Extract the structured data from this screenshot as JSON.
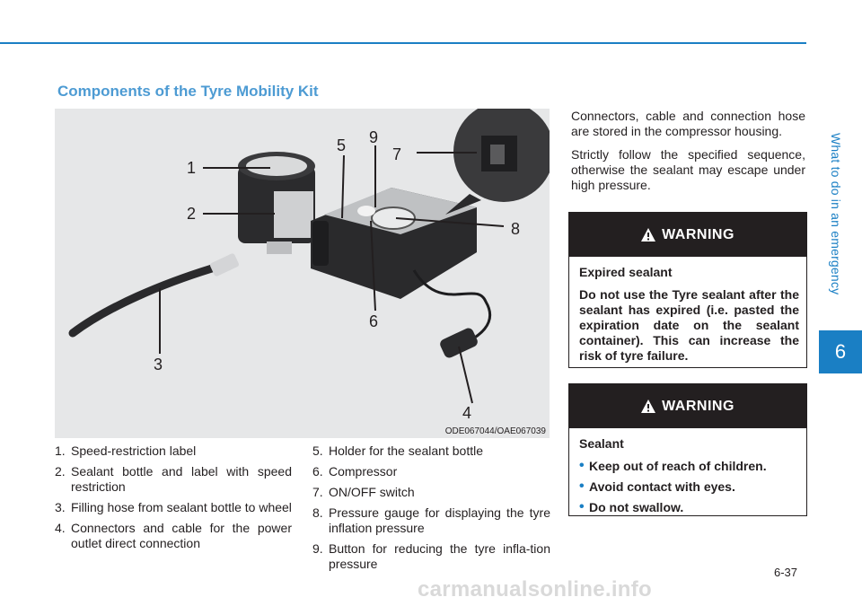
{
  "side_label": "What to do in an emergency",
  "chapter": "6",
  "section_title": "Components of the Tyre Mobility Kit",
  "figure": {
    "code": "ODE067044/OAE067039",
    "callouts": [
      "1",
      "2",
      "3",
      "4",
      "5",
      "6",
      "7",
      "8",
      "9"
    ]
  },
  "components_left": [
    {
      "num": "1.",
      "text": "Speed-restriction label"
    },
    {
      "num": "2.",
      "text": "Sealant bottle and label with speed restriction"
    },
    {
      "num": "3.",
      "text": "Filling hose from sealant bottle to wheel"
    },
    {
      "num": "4.",
      "text": "Connectors and cable for the power outlet direct connection"
    }
  ],
  "components_right": [
    {
      "num": "5.",
      "text": "Holder for the sealant bottle"
    },
    {
      "num": "6.",
      "text": "Compressor"
    },
    {
      "num": "7.",
      "text": "ON/OFF switch"
    },
    {
      "num": "8.",
      "text": "Pressure gauge for displaying the tyre inflation pressure"
    },
    {
      "num": "9.",
      "text": "Button for reducing the tyre infla-tion pressure"
    }
  ],
  "paragraphs": [
    "Connectors, cable and connection hose are stored in the compressor housing.",
    "Strictly follow the specified sequence, otherwise the sealant may escape under high pressure."
  ],
  "warnings": [
    {
      "label": "WARNING",
      "subtitle": "Expired sealant",
      "text": "Do not use the Tyre sealant after the sealant has expired (i.e. pasted the expiration date on the sealant container). This can increase the risk of tyre failure."
    },
    {
      "label": "WARNING",
      "subtitle": "Sealant",
      "items": [
        "Keep out of reach of children.",
        "Avoid contact with eyes.",
        "Do not swallow."
      ]
    }
  ],
  "page_number": "6-37",
  "watermark": "carmanualsonline.info",
  "colors": {
    "accent": "#1a7fc4",
    "title": "#4d9bd3",
    "warning_header": "#231f20",
    "figure_bg": "#e6e7e8"
  }
}
